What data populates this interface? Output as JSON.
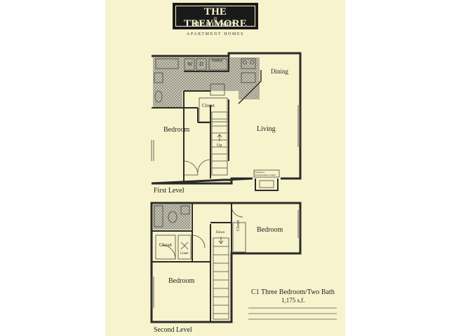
{
  "brand": {
    "name": "THE TREYMORE",
    "connector": "IN",
    "location": "MCKINNEY",
    "tagline": "APARTMENT HOMES"
  },
  "first_level": {
    "label": "First Level",
    "rooms": {
      "bedroom": "Bedroom",
      "living": "Living",
      "dining": "Dining",
      "closet": "Closet",
      "pantry": "Pantry",
      "washer": "W",
      "dryer": "D",
      "stair_up": "Up",
      "fireplace": "Fireplace / Entertainment Center"
    }
  },
  "second_level": {
    "label": "Second Level",
    "rooms": {
      "bedroom_left": "Bedroom",
      "bedroom_right": "Bedroom",
      "closet_left": "Closet",
      "closet_right": "Closet",
      "linen": "Linen",
      "stair_down": "Down"
    }
  },
  "unit": {
    "plan": "C1 Three Bedroom/Two Bath",
    "area": "1,175 s.f."
  },
  "colors": {
    "paper": "#f7f3cc",
    "ink": "#2a2a2a",
    "tile": "#9a9a9a"
  }
}
